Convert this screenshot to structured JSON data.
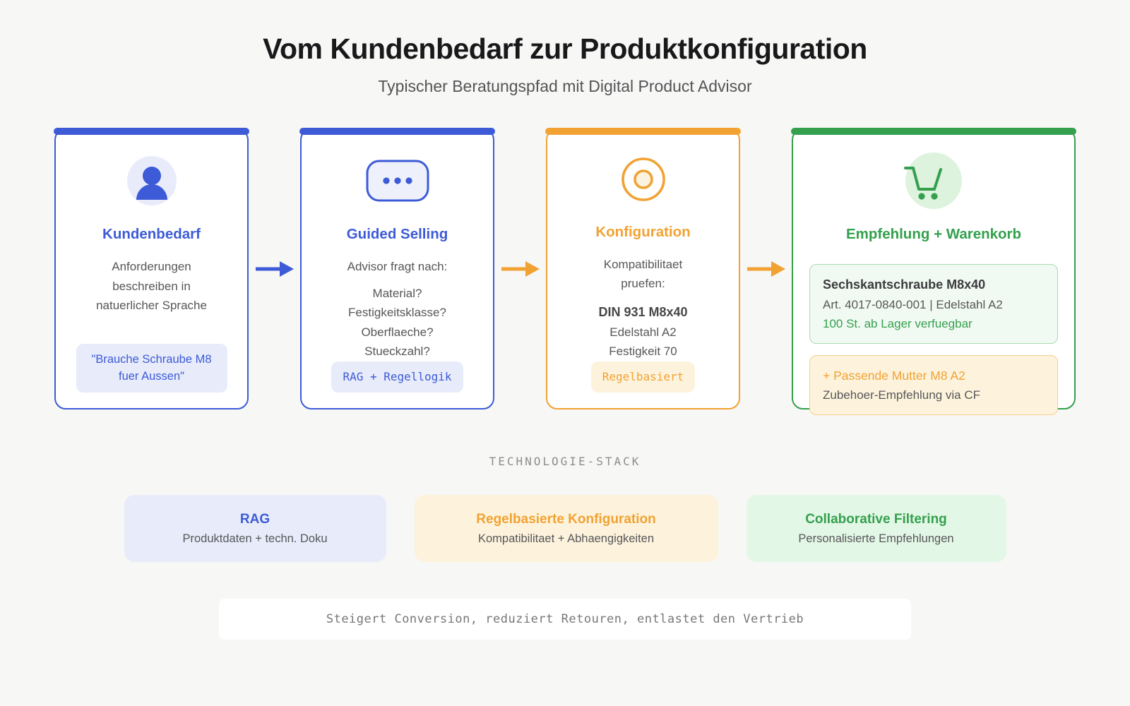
{
  "colors": {
    "blue": "#3d5bd7",
    "blue-soft": "#e8ecfa",
    "blue-chip": "#e7ebfa",
    "orange": "#f1a233",
    "orange-soft": "#fdf3dc",
    "orange-border": "#f5d08d",
    "green": "#34a04e",
    "green-soft": "#ddf3de",
    "green-box-bg": "#f1faf2",
    "green-box-border": "#a9d9b4",
    "page-bg": "#f7f7f5",
    "heading": "#19191b",
    "body": "#57575a",
    "muted": "#8d8d90",
    "banner-text": "#77777a"
  },
  "header": {
    "title": "Vom Kundenbedarf zur Produktkonfiguration",
    "subtitle": "Typischer Beratungspfad mit Digital Product Advisor"
  },
  "flow": {
    "cards": [
      {
        "icon": "user-icon",
        "title": "Kundenbedarf",
        "body": "Anforderungen beschreiben in natuerlicher Sprache",
        "badge": "\"Brauche Schraube M8 fuer Aussen\""
      },
      {
        "icon": "chat-ellipsis-icon",
        "title": "Guided Selling",
        "intro": "Advisor fragt nach:",
        "questions": [
          "Material?",
          "Festigkeitsklasse?",
          "Oberflaeche?",
          "Stueckzahl?"
        ],
        "badge": "RAG + Regellogik"
      },
      {
        "icon": "target-icon",
        "title": "Konfiguration",
        "intro": "Kompatibilitaet pruefen:",
        "result_lines": [
          "DIN 931 M8x40",
          "Edelstahl A2",
          "Festigkeit 70"
        ],
        "badge": "Regelbasiert"
      },
      {
        "icon": "cart-icon",
        "title": "Empfehlung + Warenkorb",
        "product": {
          "name": "Sechskantschraube M8x40",
          "details": "Art. 4017-0840-001 | Edelstahl A2",
          "availability": "100 St. ab Lager verfuegbar"
        },
        "accessory": {
          "title": "+ Passende Mutter M8 A2",
          "subtitle": "Zubehoer-Empfehlung via CF"
        }
      }
    ]
  },
  "tech_stack": {
    "label": "TECHNOLOGIE-STACK",
    "items": [
      {
        "title": "RAG",
        "subtitle": "Produktdaten + techn. Doku"
      },
      {
        "title": "Regelbasierte Konfiguration",
        "subtitle": "Kompatibilitaet + Abhaengigkeiten"
      },
      {
        "title": "Collaborative Filtering",
        "subtitle": "Personalisierte Empfehlungen"
      }
    ]
  },
  "footer": {
    "banner": "Steigert Conversion, reduziert Retouren, entlastet den Vertrieb"
  }
}
